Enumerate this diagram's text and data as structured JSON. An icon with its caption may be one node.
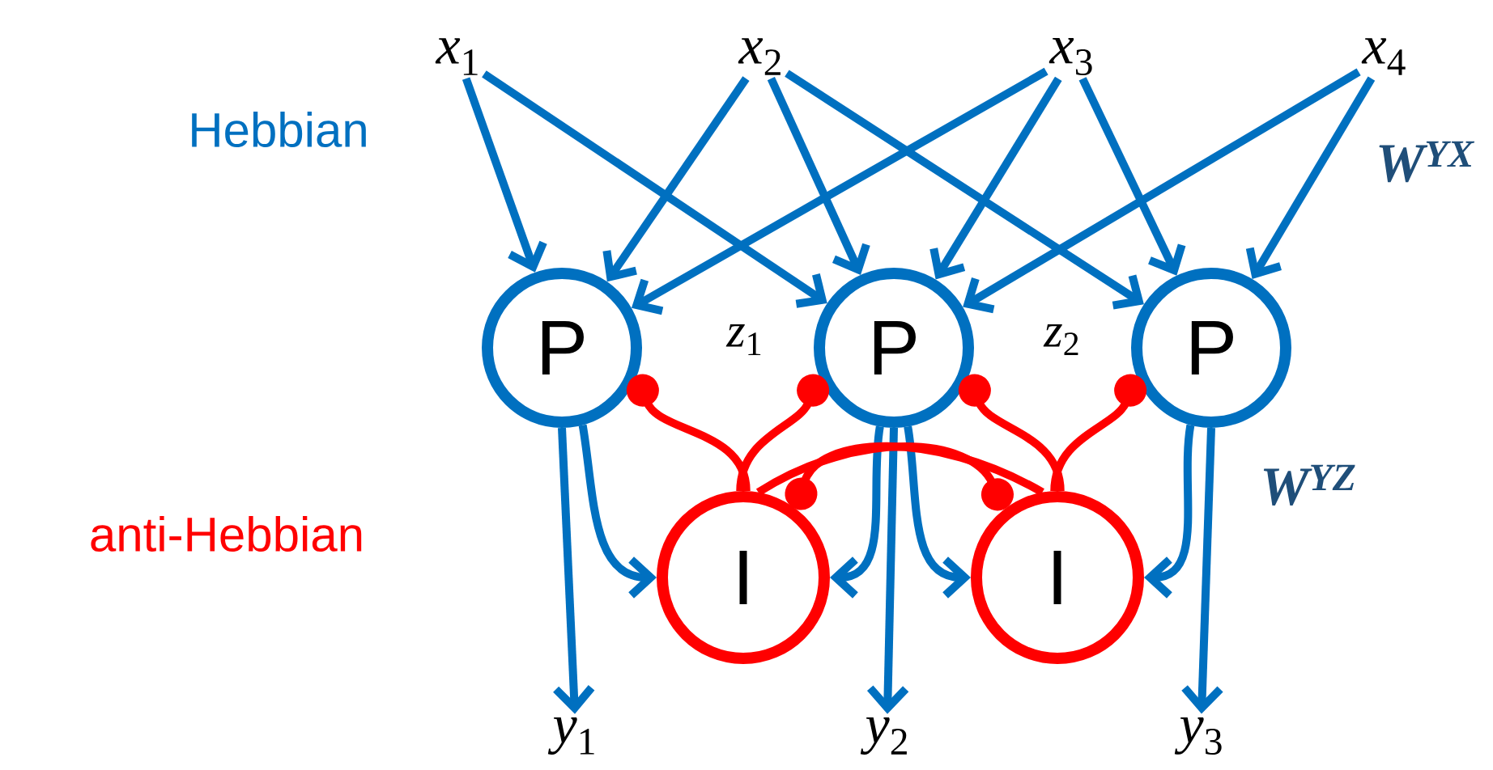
{
  "diagram": {
    "nodes": [
      {
        "text": [
          "*x*$_{1}$"
        ]
      },
      {
        "text": [
          "*x*$_{2}$"
        ]
      },
      {
        "text": [
          "*x*$_{3}$"
        ]
      },
      {
        "text": [
          "*x*$_{4}$"
        ]
      },
      {
        "text": [
          "P"
        ]
      },
      {
        "text": [
          "P"
        ]
      },
      {
        "text": [
          "P"
        ]
      },
      {
        "text": [
          "I"
        ]
      },
      {
        "text": [
          "I"
        ]
      },
      {
        "text": [
          "*y*$_{1}$"
        ]
      },
      {
        "text": [
          "*y*$_{2}$"
        ]
      },
      {
        "text": [
          "*y*$_{3}$"
        ]
      }
    ],
    "edges": [
      {
        "from": 0,
        "to": 4,
        "arrow": "to"
      },
      {
        "from": 0,
        "to": 5,
        "arrow": "to"
      },
      {
        "from": 1,
        "to": 4,
        "arrow": "to"
      },
      {
        "from": 1,
        "to": 5,
        "arrow": "to"
      },
      {
        "from": 1,
        "to": 6,
        "arrow": "to"
      },
      {
        "from": 2,
        "to": 4,
        "arrow": "to"
      },
      {
        "from": 2,
        "to": 5,
        "arrow": "to"
      },
      {
        "from": 2,
        "to": 6,
        "arrow": "to"
      },
      {
        "from": 3,
        "to": 5,
        "arrow": "to"
      },
      {
        "from": 3,
        "to": 6,
        "arrow": "to"
      },
      {
        "from": 4,
        "to": 7,
        "arrow": "to"
      },
      {
        "from": 5,
        "to": 7,
        "arrow": "to"
      },
      {
        "from": 5,
        "to": 8,
        "arrow": "to"
      },
      {
        "from": 6,
        "to": 8,
        "arrow": "to"
      },
      {
        "from": 4,
        "to": 9,
        "arrow": "to"
      },
      {
        "from": 5,
        "to": 10,
        "arrow": "to"
      },
      {
        "from": 6,
        "to": 11,
        "arrow": "to"
      },
      {
        "from": 7,
        "to": 4,
        "arrow": "other",
        "color": "#ff0000"
      },
      {
        "from": 7,
        "to": 5,
        "arrow": "other",
        "color": "#ff0000"
      },
      {
        "from": 8,
        "to": 5,
        "arrow": "other",
        "color": "#ff0000"
      },
      {
        "from": 8,
        "to": 6,
        "arrow": "other",
        "color": "#ff0000"
      },
      {
        "from": 7,
        "to": 8,
        "arrow": "other",
        "color": "#ff0000"
      },
      {
        "from": 8,
        "to": 7,
        "arrow": "other",
        "color": "#ff0000"
      }
    ],
    "labels": [
      "Hebbian",
      "W$^{YX}$",
      "*z*$_{1}$",
      "*z*$_{2}$",
      "anti-Hebbian",
      "W$^{YZ}$"
    ]
  }
}
